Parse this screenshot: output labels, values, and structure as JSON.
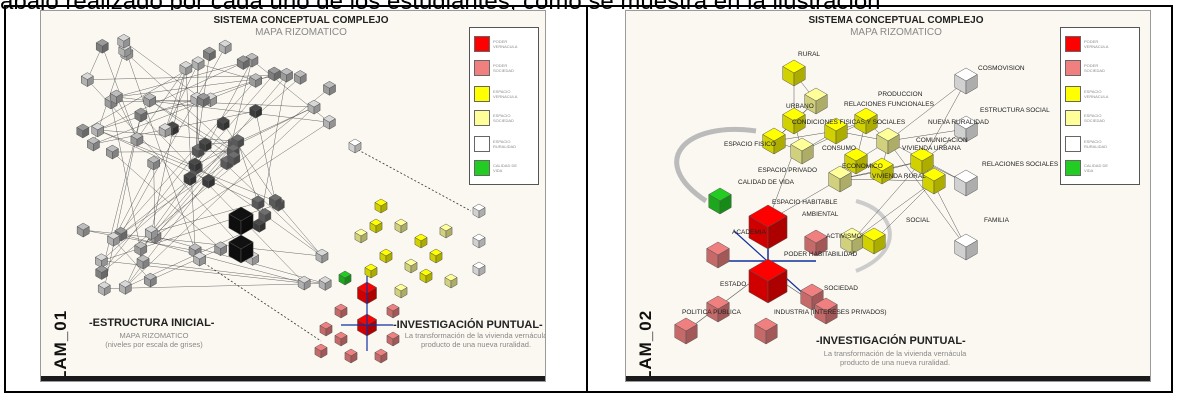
{
  "caption": "abajo realizado por cada uno de los estudiantes, como se muestra en la ilustración",
  "legend_colors": {
    "poder_vernacula": "#ff0000",
    "poder_sociedad": "#f08080",
    "espacio_vernacula": "#ffff00",
    "espacio_sociedad": "#ffff99",
    "espacio_ruralidad": "#ffffff",
    "calidad_vida": "#22cc22"
  },
  "panel1": {
    "title": "SISTEMA CONCEPTUAL COMPLEJO",
    "subtitle": "MAPA RIZOMATICO",
    "lam": "LAM_01",
    "left_section": {
      "title": "-ESTRUCTURA INICIAL-",
      "sub": "MAPA RIZOMATICO\n(niveles por escala de grises)"
    },
    "right_section": {
      "title": "-INVESTIGACIÓN PUNTUAL-",
      "sub": "La transformación de la vivienda vernácula\nproducto de una nueva ruralidad."
    }
  },
  "panel2": {
    "title": "SISTEMA CONCEPTUAL COMPLEJO",
    "subtitle": "MAPA RIZOMATICO",
    "lam": "LAM_02",
    "section": {
      "title": "-INVESTIGACIÓN PUNTUAL-",
      "sub": "La transformación de la vivienda vernácula\nproducto de una nueva ruralidad."
    },
    "node_labels": {
      "rural": "RURAL",
      "cosmovision": "COSMOVISION",
      "produccion": "PRODUCCION",
      "urbano": "URBANO",
      "relaciones_funcionales": "RELACIONES FUNCIONALES",
      "estructura_social": "ESTRUCTURA SOCIAL",
      "condiciones": "CONDICIONES FISICAS Y SOCIALES",
      "nueva_ruralidad": "NUEVA RURALIDAD",
      "espacio_fisico": "ESPACIO FISICO",
      "comunicacion": "COMUNICACION",
      "consumo": "CONSUMO",
      "vivienda_urbana": "VIVIENDA URBANA",
      "economico": "ECONOMICO",
      "relaciones_sociales": "RELACIONES SOCIALES",
      "espacio_privado": "ESPACIO PRIVADO",
      "vivienda_rural": "VIVIENDA RURAL",
      "calidad_vida": "CALIDAD DE VIDA",
      "espacio_habitable": "ESPACIO HABITABLE",
      "ambiental": "AMBIENTAL",
      "social": "SOCIAL",
      "familia": "FAMILIA",
      "academia": "ACADEMIA",
      "activismo": "ACTIVISMO",
      "habitabilidad": "PODER HABITABILIDAD",
      "sociedad": "SOCIEDAD",
      "estado": "ESTADO",
      "politica_publica": "POLITICA PUBLICA",
      "industria": "INDUSTRIA (INTERESES PRIVADOS)"
    }
  }
}
